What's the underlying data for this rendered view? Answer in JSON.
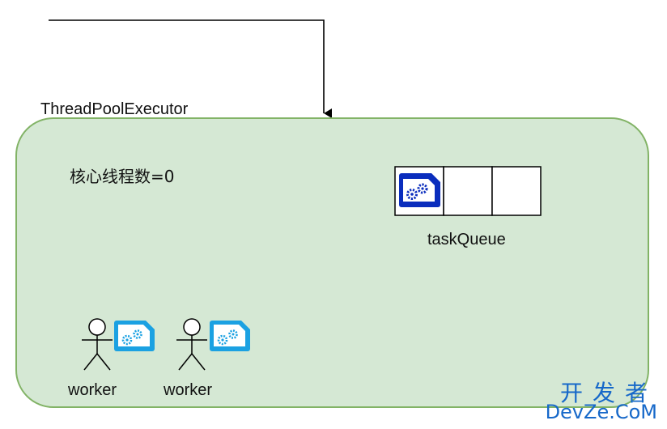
{
  "diagram": {
    "pool_title": "ThreadPoolExecutor",
    "core_thread_count": "核心线程数=0",
    "queue_label": "taskQueue",
    "workers": [
      {
        "label": "worker",
        "icon": "gear-task-icon"
      },
      {
        "label": "worker",
        "icon": "gear-task-icon"
      }
    ],
    "queue_slots": [
      {
        "filled": true,
        "icon": "gear-task-icon"
      },
      {
        "filled": false
      },
      {
        "filled": false
      }
    ]
  },
  "watermark": {
    "line1": "开发者",
    "line2": "DevZe.CoM"
  },
  "colors": {
    "pool_fill": "#d5e8d4",
    "pool_stroke": "#82b366",
    "worker_task_icon": "#1ba1e2",
    "queue_task_icon": "#0a2dbd",
    "watermark": "#1668c9"
  }
}
